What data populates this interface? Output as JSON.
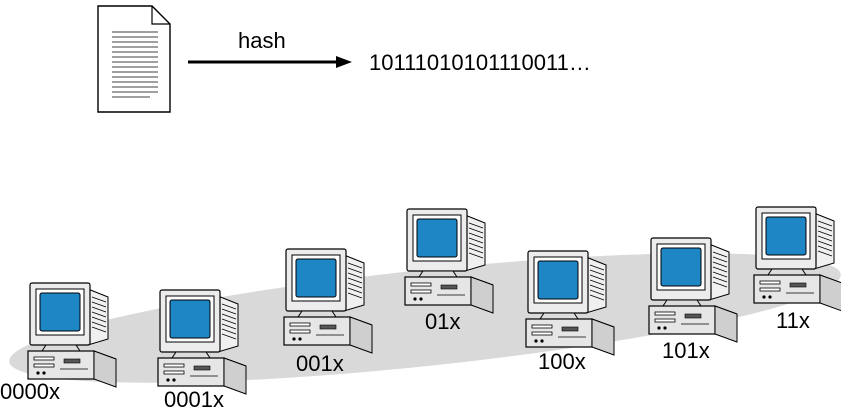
{
  "diagram": {
    "hash_label": "hash",
    "hash_output": "10111010101110011…",
    "nodes": [
      {
        "label": "0000x"
      },
      {
        "label": "0001x"
      },
      {
        "label": "001x"
      },
      {
        "label": "01x"
      },
      {
        "label": "100x"
      },
      {
        "label": "101x"
      },
      {
        "label": "11x"
      }
    ]
  },
  "colors": {
    "ring": "#d9d9d9",
    "screen": "#1f86c6",
    "case": "#e6e6e6",
    "outline": "#000000"
  },
  "icons": {
    "document": "document-icon",
    "computer": "desktop-computer-icon"
  }
}
